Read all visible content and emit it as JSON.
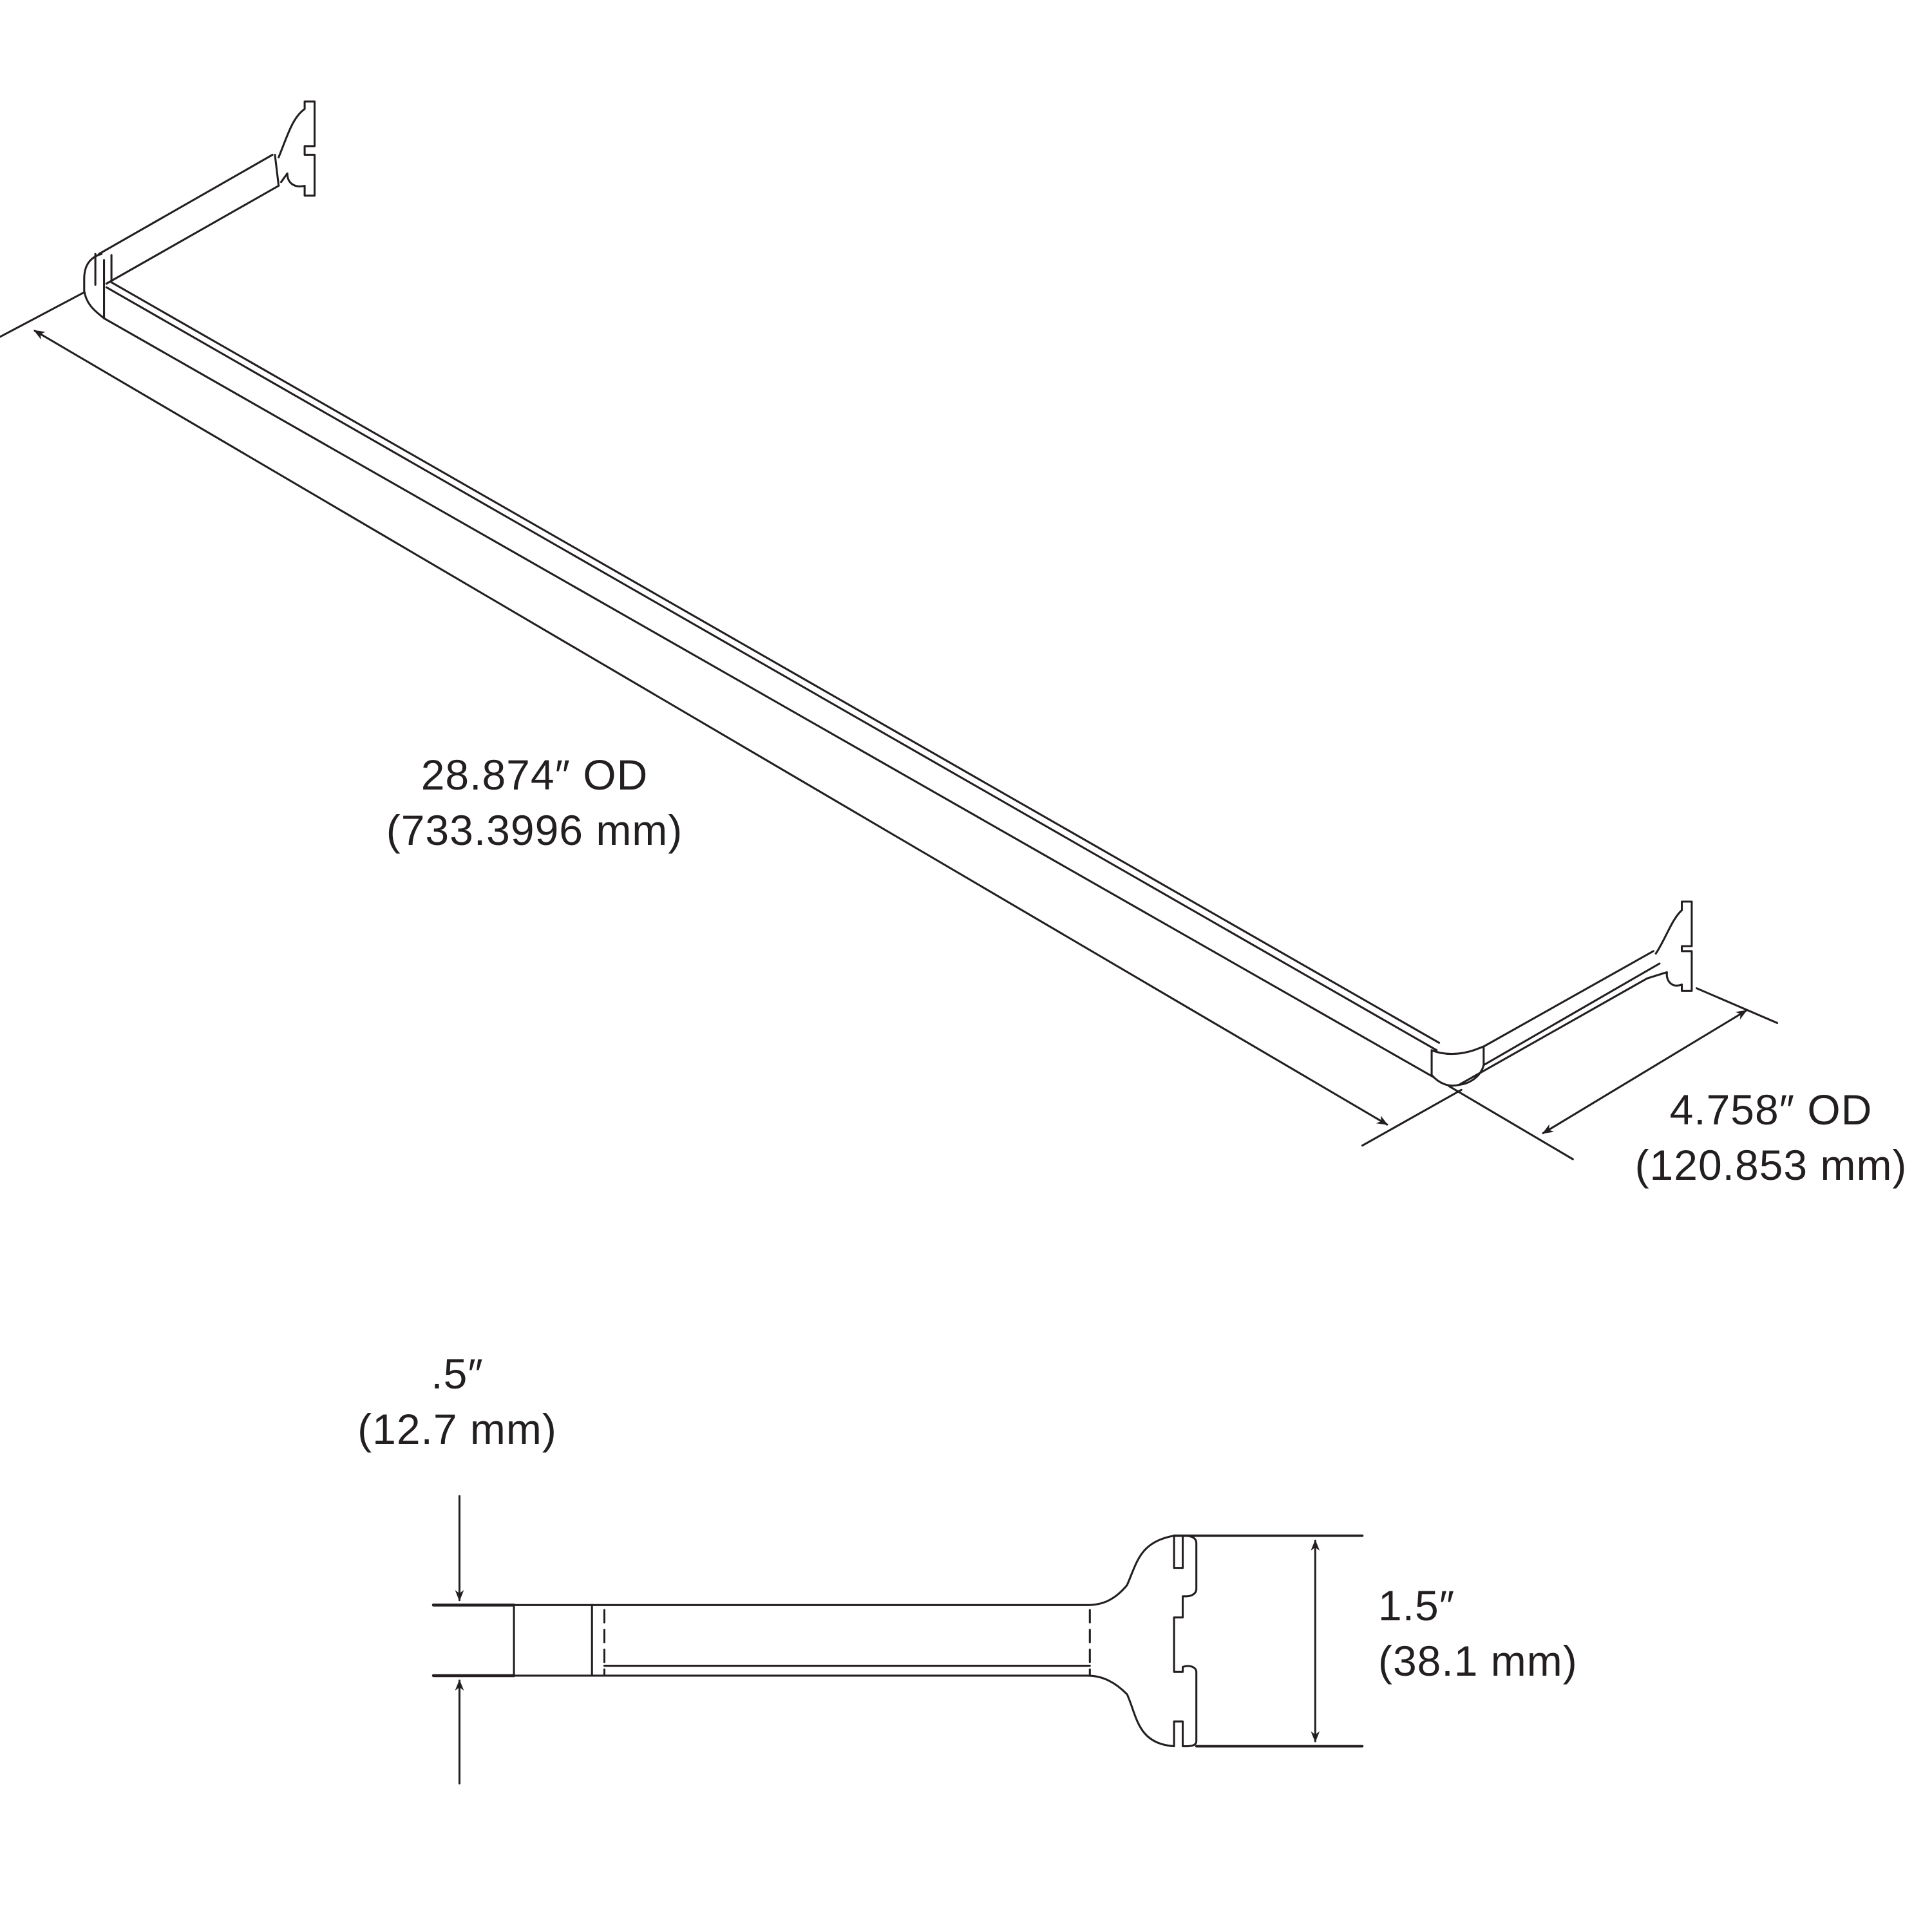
{
  "drawing": {
    "type": "technical-dimension-drawing",
    "subject": "closet hanging rod with bracket ends",
    "line_color": "#231f20",
    "background": "#ffffff"
  },
  "dimensions": {
    "length": {
      "imperial": "28.874″ OD",
      "metric": "(733.3996 mm)"
    },
    "depth": {
      "imperial": "4.758″ OD",
      "metric": "(120.853 mm)"
    },
    "rod_height": {
      "imperial": ".5″",
      "metric": "(12.7 mm)"
    },
    "bracket_height": {
      "imperial": "1.5″",
      "metric": "(38.1 mm)"
    }
  }
}
